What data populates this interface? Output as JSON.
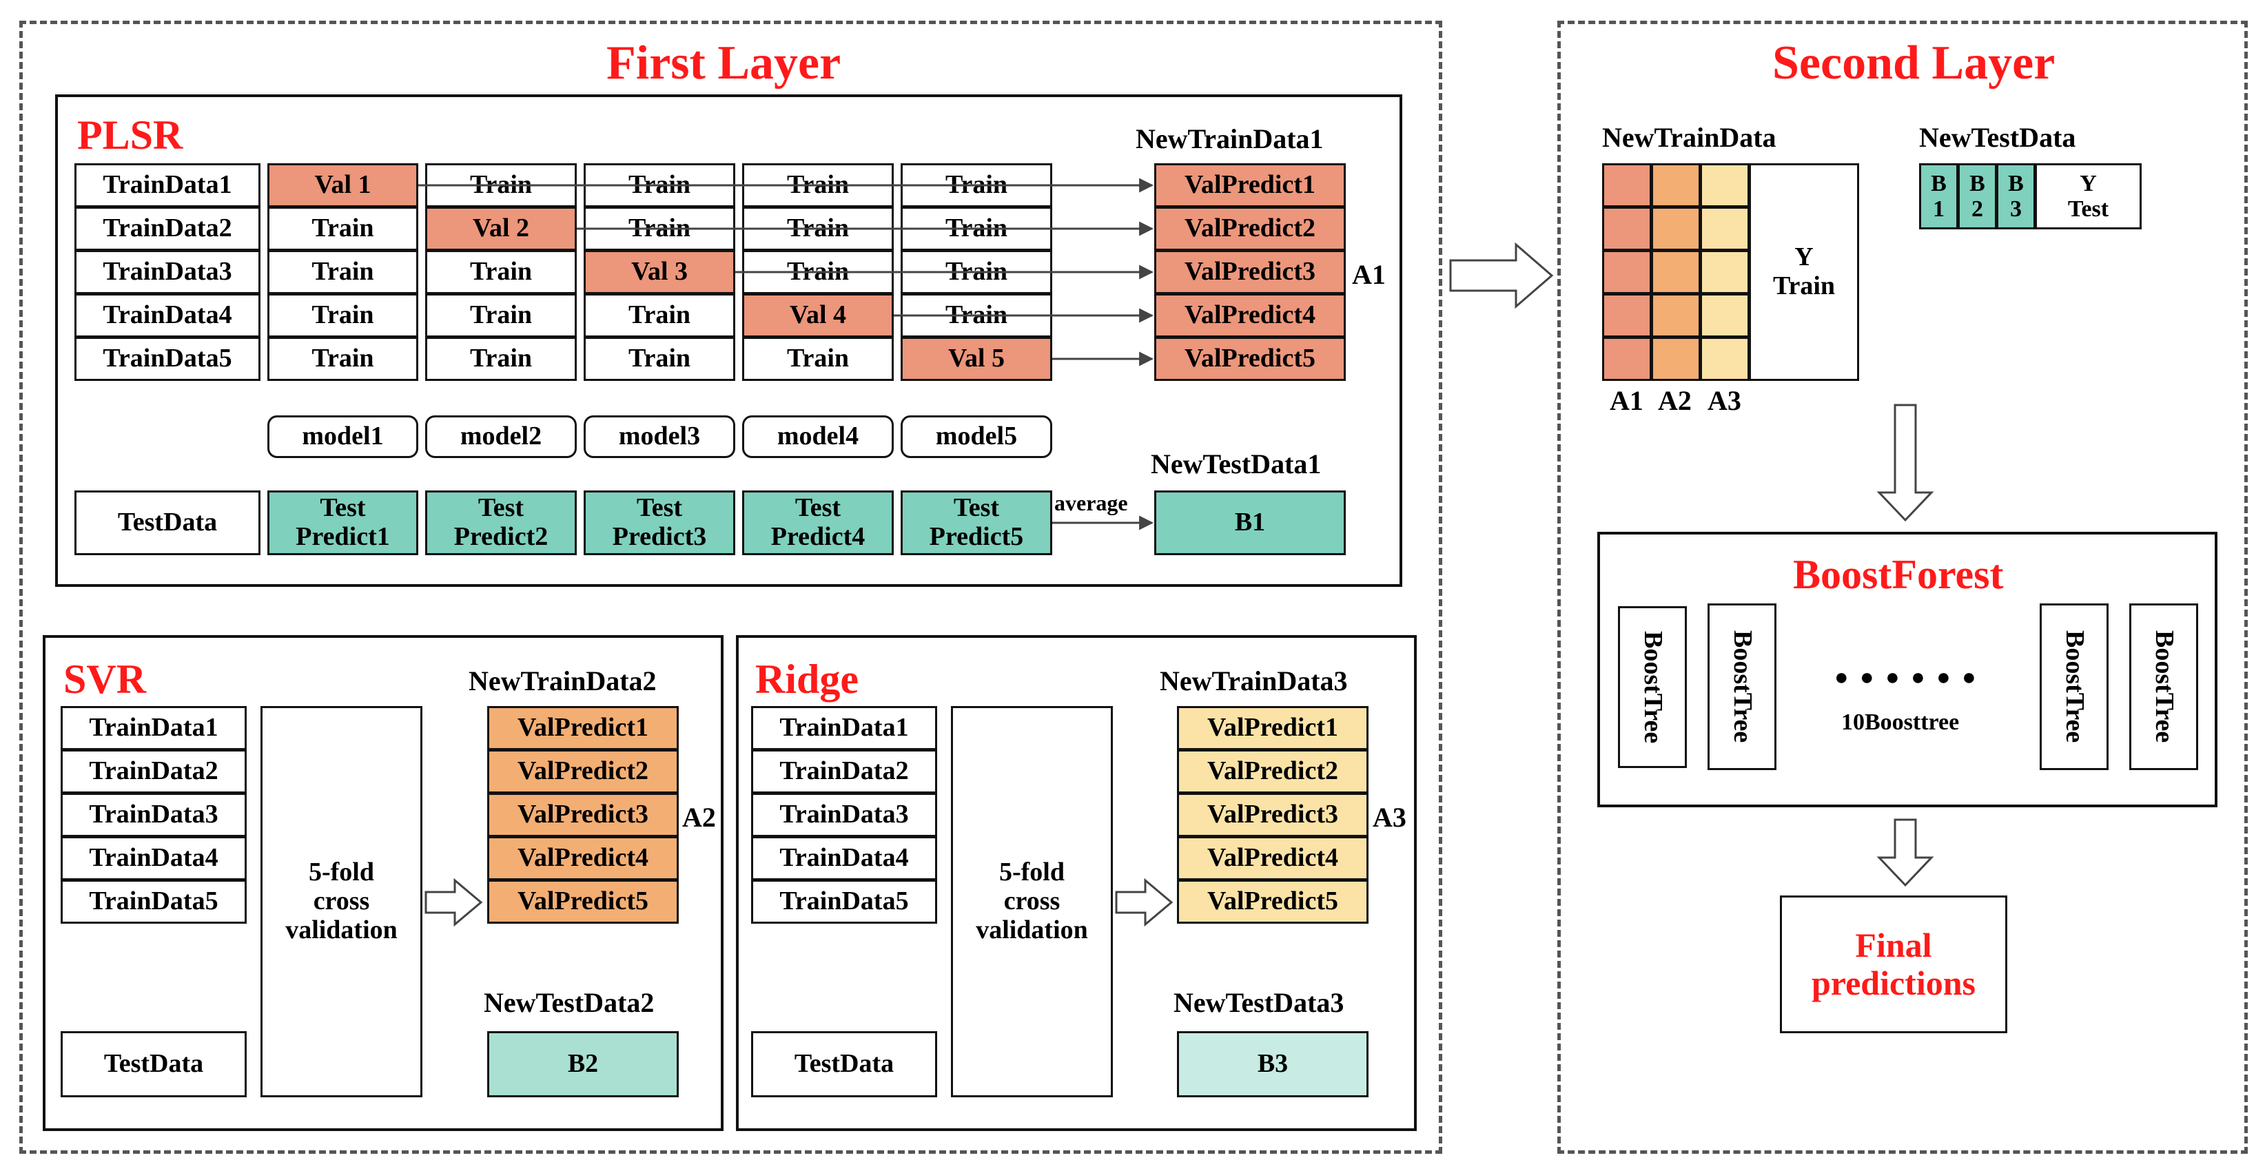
{
  "first_layer": {
    "title": "First Layer",
    "plsr": {
      "label": "PLSR",
      "new_train_title": "NewTrainData1",
      "rows": [
        {
          "train": "TrainData1",
          "folds": [
            "Val 1",
            "Train",
            "Train",
            "Train",
            "Train"
          ],
          "predict": "ValPredict1"
        },
        {
          "train": "TrainData2",
          "folds": [
            "Train",
            "Val 2",
            "Train",
            "Train",
            "Train"
          ],
          "predict": "ValPredict2"
        },
        {
          "train": "TrainData3",
          "folds": [
            "Train",
            "Train",
            "Val 3",
            "Train",
            "Train"
          ],
          "predict": "ValPredict3"
        },
        {
          "train": "TrainData4",
          "folds": [
            "Train",
            "Train",
            "Train",
            "Val 4",
            "Train"
          ],
          "predict": "ValPredict4"
        },
        {
          "train": "TrainData5",
          "folds": [
            "Train",
            "Train",
            "Train",
            "Train",
            "Val 5"
          ],
          "predict": "ValPredict5"
        }
      ],
      "a_label": "A1",
      "models": [
        "model1",
        "model2",
        "model3",
        "model4",
        "model5"
      ],
      "test_label": "TestData",
      "test_predicts": [
        {
          "line1": "Test",
          "line2": "Predict1"
        },
        {
          "line1": "Test",
          "line2": "Predict2"
        },
        {
          "line1": "Test",
          "line2": "Predict3"
        },
        {
          "line1": "Test",
          "line2": "Predict4"
        },
        {
          "line1": "Test",
          "line2": "Predict5"
        }
      ],
      "average_label": "average",
      "new_test_title": "NewTestData1",
      "b_label": "B1"
    },
    "svr": {
      "label": "SVR",
      "train_items": [
        "TrainData1",
        "TrainData2",
        "TrainData3",
        "TrainData4",
        "TrainData5"
      ],
      "cv_line1": "5-fold",
      "cv_line2": "cross",
      "cv_line3": "validation",
      "test_label": "TestData",
      "new_train_title": "NewTrainData2",
      "predicts": [
        "ValPredict1",
        "ValPredict2",
        "ValPredict3",
        "ValPredict4",
        "ValPredict5"
      ],
      "a_label": "A2",
      "new_test_title": "NewTestData2",
      "b_label": "B2"
    },
    "ridge": {
      "label": "Ridge",
      "train_items": [
        "TrainData1",
        "TrainData2",
        "TrainData3",
        "TrainData4",
        "TrainData5"
      ],
      "cv_line1": "5-fold",
      "cv_line2": "cross",
      "cv_line3": "validation",
      "test_label": "TestData",
      "new_train_title": "NewTrainData3",
      "predicts": [
        "ValPredict1",
        "ValPredict2",
        "ValPredict3",
        "ValPredict4",
        "ValPredict5"
      ],
      "a_label": "A3",
      "new_test_title": "NewTestData3",
      "b_label": "B3"
    }
  },
  "second_layer": {
    "title": "Second Layer",
    "new_train_title": "NewTrainData",
    "y_train_line1": "Y",
    "y_train_line2": "Train",
    "a_labels": [
      "A1",
      "A2",
      "A3"
    ],
    "new_test_title": "NewTestData",
    "b_cells": [
      {
        "line1": "B",
        "line2": "1"
      },
      {
        "line1": "B",
        "line2": "2"
      },
      {
        "line1": "B",
        "line2": "3"
      }
    ],
    "y_test_line1": "Y",
    "y_test_line2": "Test",
    "boostforest": {
      "title": "BoostForest",
      "trees": [
        "BoostTree",
        "BoostTree",
        "BoostTree",
        "BoostTree"
      ],
      "dots": "● ● ● ● ● ●",
      "count_label": "10Boosttree"
    },
    "final_line1": "Final",
    "final_line2": "predictions"
  },
  "colors": {
    "title_red": "#ff1a1a",
    "plsr_salmon": "#ec967b",
    "test_teal": "#7fd0bd",
    "svr_orange": "#f3ae73",
    "ridge_yellow": "#fbe3a7",
    "b3_light_teal": "#c8ece3"
  }
}
